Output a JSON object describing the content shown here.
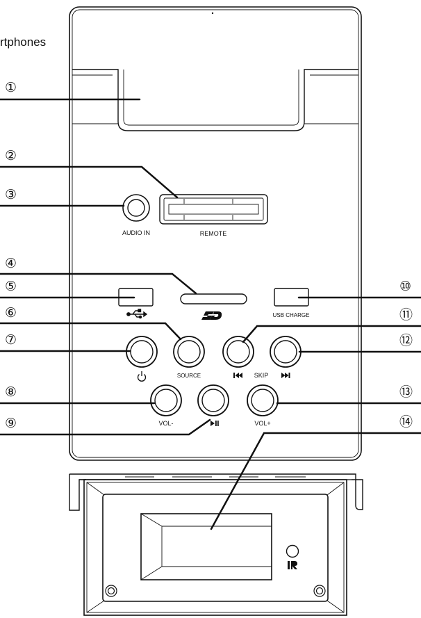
{
  "header": {
    "caption": "rtphones"
  },
  "callouts": [
    "①",
    "②",
    "③",
    "④",
    "⑤",
    "⑥",
    "⑦",
    "⑧",
    "⑨",
    "⑩",
    "⑪",
    "⑫",
    "⑬",
    "⑭"
  ],
  "labels": {
    "audio_in": "AUDIO IN",
    "remote": "REMOTE",
    "usb_charge": "USB CHARGE",
    "source": "SOURCE",
    "skip": "SKIP",
    "vol_minus": "VOL-",
    "vol_plus": "VOL+"
  },
  "icons": {
    "usb": "usb-icon",
    "sd": "sd-logo",
    "power": "power-icon",
    "prev": "skip-back-icon",
    "next": "skip-forward-icon",
    "play_pause": "play-pause-icon",
    "ir": "ir-icon"
  }
}
